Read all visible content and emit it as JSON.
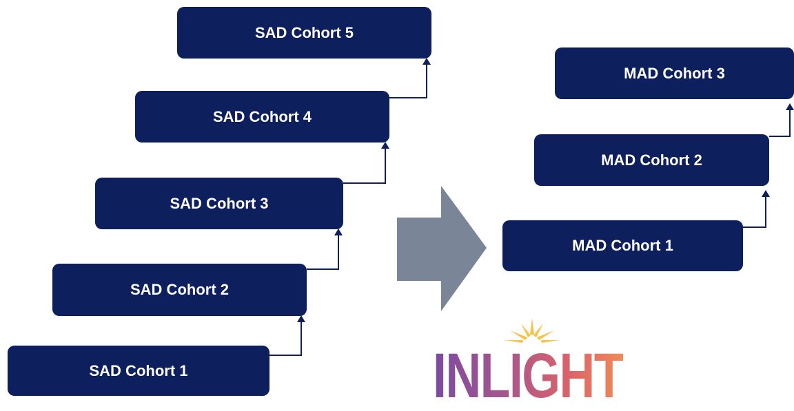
{
  "sad_cohorts": [
    {
      "label": "SAD Cohort 1"
    },
    {
      "label": "SAD Cohort 2"
    },
    {
      "label": "SAD Cohort 3"
    },
    {
      "label": "SAD Cohort 4"
    },
    {
      "label": "SAD Cohort 5"
    }
  ],
  "mad_cohorts": [
    {
      "label": "MAD Cohort 1"
    },
    {
      "label": "MAD Cohort 2"
    },
    {
      "label": "MAD Cohort 3"
    }
  ],
  "logo": {
    "text": "INLIGHT"
  },
  "colors": {
    "box_fill": "#0d1f5c",
    "box_text": "#ffffff",
    "connector": "#0d1f5c",
    "arrow": "#7b8598",
    "logo_gradient": [
      "#7b4aa2",
      "#d8626c",
      "#f08a55"
    ],
    "logo_sun": "#f6c34a"
  }
}
